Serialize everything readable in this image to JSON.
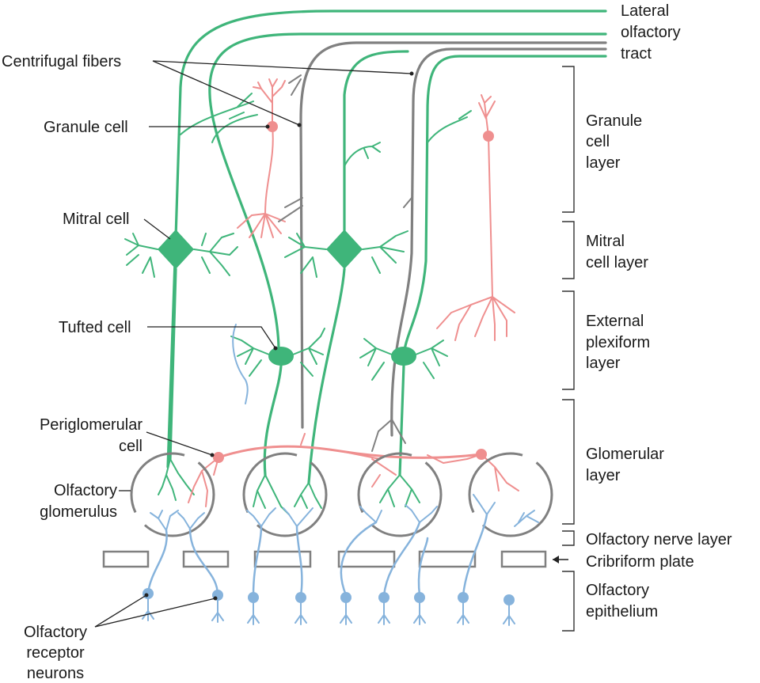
{
  "diagram": {
    "left_labels": {
      "centrifugal_fibers": "Centrifugal fibers",
      "granule_cell": "Granule cell",
      "mitral_cell": "Mitral cell",
      "tufted_cell": "Tufted cell",
      "periglomerular_1": "Periglomerular",
      "periglomerular_2": "cell",
      "olfactory_glomerulus_1": "Olfactory",
      "olfactory_glomerulus_2": "glomerulus",
      "receptor_1": "Olfactory",
      "receptor_2": "receptor",
      "receptor_3": "neurons"
    },
    "right_labels": {
      "lot_1": "Lateral",
      "lot_2": "olfactory",
      "lot_3": "tract",
      "gcl_1": "Granule",
      "gcl_2": "cell",
      "gcl_3": "layer",
      "mcl_1": "Mitral",
      "mcl_2": "cell layer",
      "epl_1": "External",
      "epl_2": "plexiform",
      "epl_3": "layer",
      "gl_1": "Glomerular",
      "gl_2": "layer",
      "onl": "Olfactory nerve layer",
      "cribriform": "Cribriform plate",
      "oe_1": "Olfactory",
      "oe_2": "epithelium"
    },
    "colors": {
      "mitral_tufted": "#3fb57a",
      "centrifugal": "#808080",
      "granule_periglomerular": "#ef8f8f",
      "receptor": "#86b3dc"
    }
  }
}
